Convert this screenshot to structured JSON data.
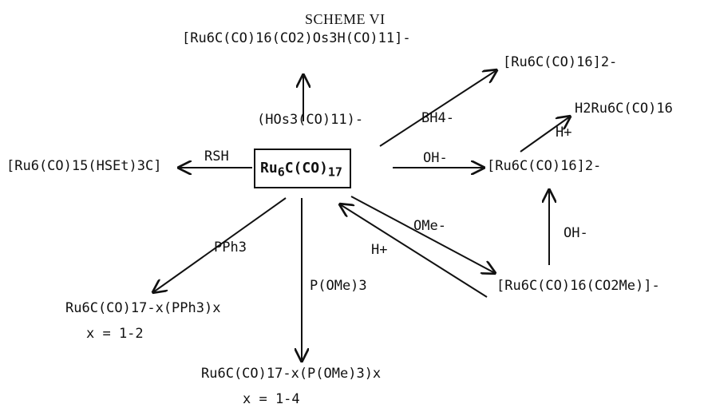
{
  "title": "SCHEME VI",
  "center": {
    "prefix": "Ru",
    "sub1": "6",
    "mid": "C(CO)",
    "sub2": "17"
  },
  "nodes": {
    "top_product": {
      "text": "[Ru6C(CO)16(CO2)Os3H(CO)11]-"
    },
    "left_product": {
      "text": "[Ru6(CO)15(HSEt)3C]"
    },
    "upper_right_dianion": {
      "text": "[Ru6C(CO)16]2-"
    },
    "mid_right_dianion": {
      "text": "[Ru6C(CO)16]2-"
    },
    "hydride": {
      "text": "H2Ru6C(CO)16"
    },
    "ester_anion": {
      "text": "[Ru6C(CO)16(CO2Me)]-"
    },
    "pph3_product": {
      "text": "Ru6C(CO)17-x(PPh3)x",
      "range": "x = 1-2"
    },
    "pome_product": {
      "text": "Ru6C(CO)17-x(P(OMe)3)x",
      "range": "x = 1-4"
    }
  },
  "reagents": {
    "hos": "(HOs3(CO)11)-",
    "bh4": "BH4-",
    "rsh": "RSH",
    "oh_right": "OH-",
    "h_plus_top": "H+",
    "ome": "OMe-",
    "h_plus_mid": "H+",
    "oh_up": "OH-",
    "pph3": "PPh3",
    "pome": "P(OMe)3"
  },
  "colors": {
    "ink": "#111111",
    "background": "#ffffff"
  }
}
